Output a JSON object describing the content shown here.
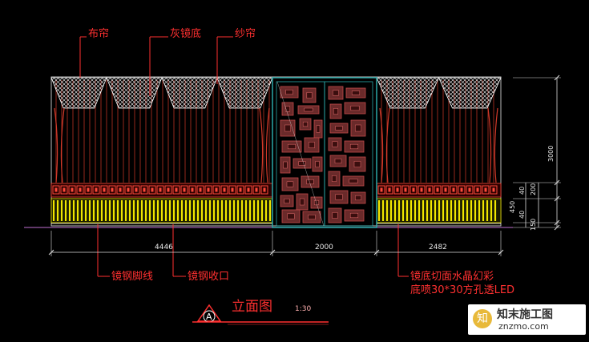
{
  "drawing": {
    "labels": {
      "cloth_curtain": "布帘",
      "grey_mirror": "灰镜底",
      "sheer_curtain": "纱帘",
      "mirror_steel_baseboard": "镜钢脚线",
      "mirror_steel_trim": "镜钢收口",
      "mirror_crystal_line1": "镜底切面水晶幻彩",
      "mirror_crystal_line2": "底喷30*30方孔透LED"
    },
    "dimensions": {
      "left_width": "4446",
      "door_width": "2000",
      "right_width": "2482",
      "total_height": "3000",
      "band_height": "200",
      "base_height": "450",
      "small_a": "40",
      "small_b": "40",
      "bottom": "150"
    },
    "title": {
      "name": "立面图",
      "scale": "1:30",
      "marker": "A"
    }
  },
  "watermark": {
    "icon": "知",
    "title": "知末施工图",
    "url": "znzmo.com"
  },
  "colors": {
    "background": "#000000",
    "curtain_red": "#d43a2a",
    "label_red": "#ff3030",
    "lattice_white": "#ffffff",
    "band_pattern": "#ff4a3a",
    "base_yellow": "#f0e600",
    "frame_cyan": "#2aa8a8",
    "door_red": "#c24a4a"
  }
}
